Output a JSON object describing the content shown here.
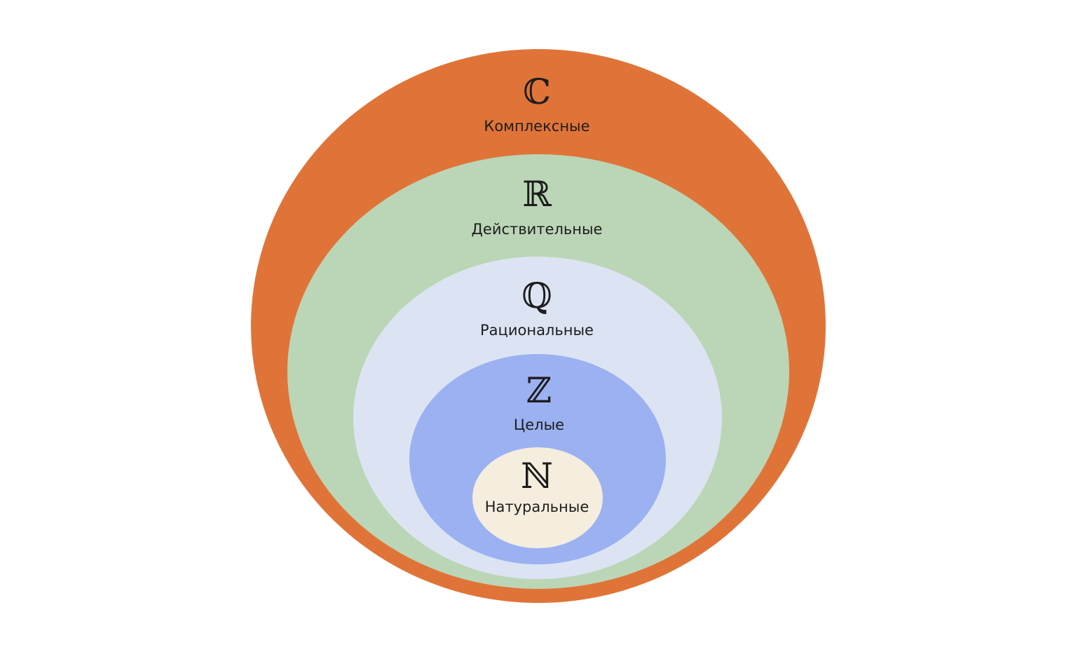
{
  "sets": [
    {
      "key": "complex",
      "symbol": "ℂ",
      "label": "Комплексные",
      "color": "#E07438"
    },
    {
      "key": "real",
      "symbol": "ℝ",
      "label": "Действительные",
      "color": "#BBD6B6"
    },
    {
      "key": "rational",
      "symbol": "ℚ",
      "label": "Рациональные",
      "color": "#DCE4F3"
    },
    {
      "key": "integer",
      "symbol": "ℤ",
      "label": "Целые",
      "color": "#9BB1F1"
    },
    {
      "key": "natural",
      "symbol": "ℕ",
      "label": "Натуральные",
      "color": "#F5EEDE"
    }
  ]
}
